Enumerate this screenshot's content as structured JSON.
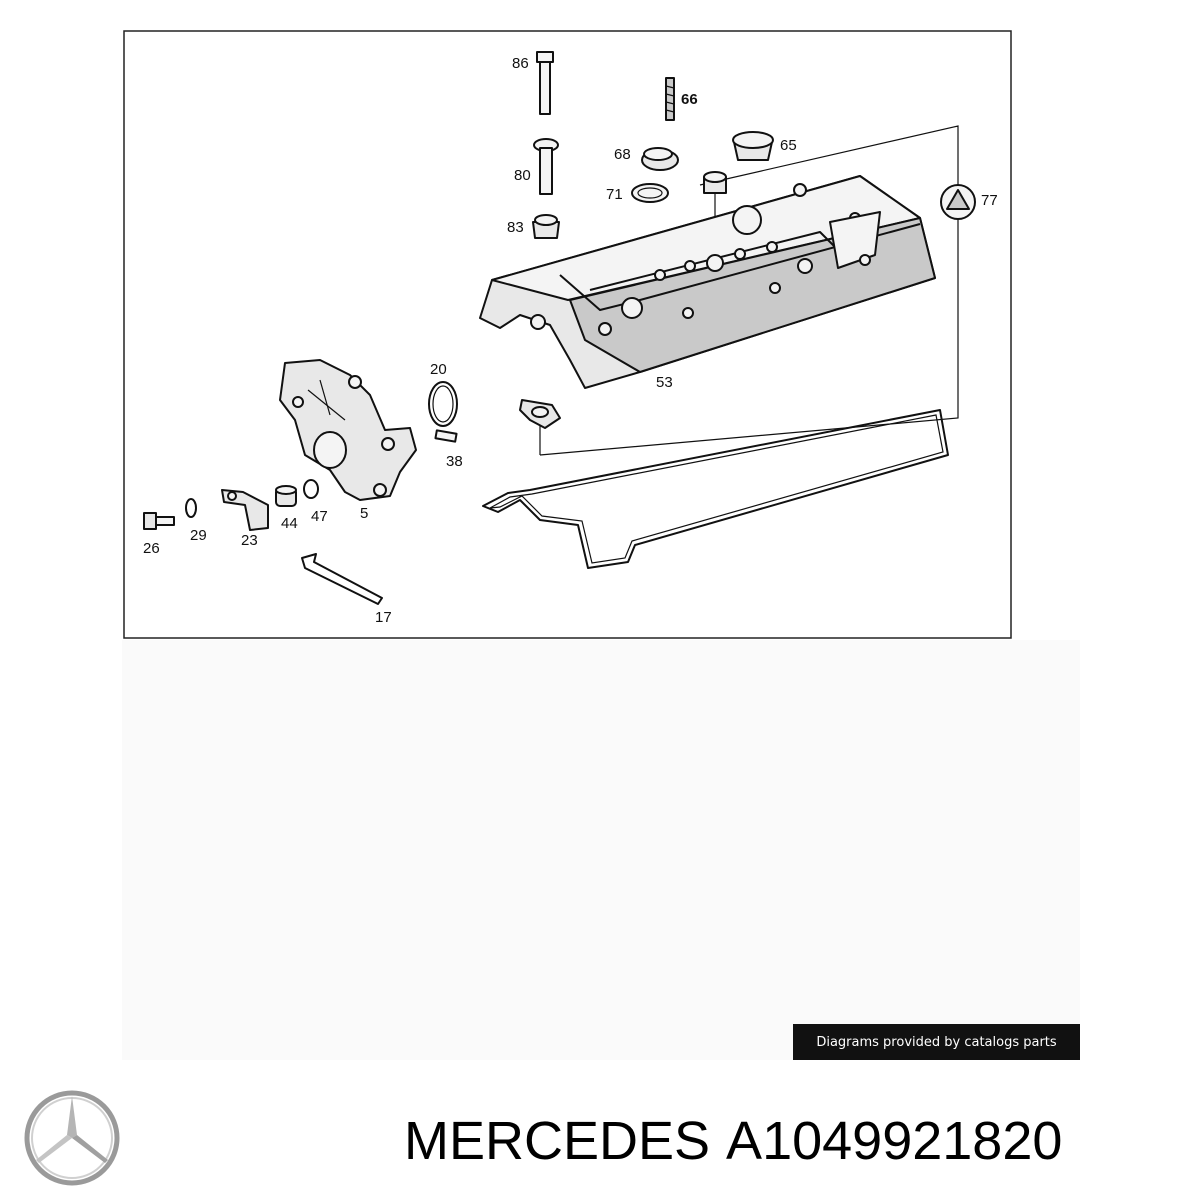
{
  "diagram": {
    "callouts": [
      {
        "id": "86",
        "label": "86",
        "bold": false
      },
      {
        "id": "66",
        "label": "66",
        "bold": true
      },
      {
        "id": "68",
        "label": "68",
        "bold": false
      },
      {
        "id": "65",
        "label": "65",
        "bold": false
      },
      {
        "id": "80",
        "label": "80",
        "bold": false
      },
      {
        "id": "71",
        "label": "71",
        "bold": false
      },
      {
        "id": "83",
        "label": "83",
        "bold": false
      },
      {
        "id": "77",
        "label": "77",
        "bold": false
      },
      {
        "id": "53",
        "label": "53",
        "bold": false
      },
      {
        "id": "20",
        "label": "20",
        "bold": false
      },
      {
        "id": "38",
        "label": "38",
        "bold": false
      },
      {
        "id": "26",
        "label": "26",
        "bold": false
      },
      {
        "id": "29",
        "label": "29",
        "bold": false
      },
      {
        "id": "23",
        "label": "23",
        "bold": false
      },
      {
        "id": "44",
        "label": "44",
        "bold": false
      },
      {
        "id": "47",
        "label": "47",
        "bold": false
      },
      {
        "id": "5",
        "label": "5",
        "bold": false
      },
      {
        "id": "17",
        "label": "17",
        "bold": false
      }
    ]
  },
  "credit": {
    "text": "Diagrams provided by catalogs parts"
  },
  "brand": {
    "name": "MERCEDES",
    "logo_icon": "mercedes-star-icon"
  },
  "part": {
    "number": "A1049921820"
  }
}
